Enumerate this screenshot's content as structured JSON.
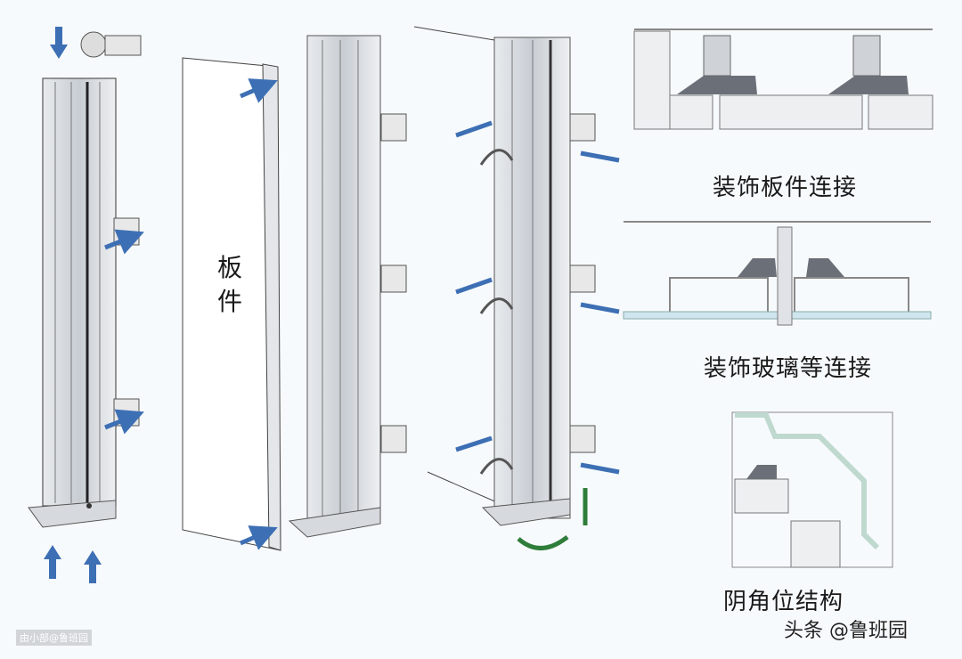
{
  "diagram": {
    "panel_label": "板件",
    "captions": {
      "panel_connection": "装饰板件连接",
      "glass_connection": "装饰玻璃等连接",
      "inner_corner": "阴角位结构"
    },
    "watermark_small": "由小部@鲁班园",
    "brand": "头条 @鲁班园",
    "colors": {
      "arrow_blue": "#3d6fb4",
      "arrow_green": "#2e7d3a",
      "profile_gray": "#d9dde2",
      "profile_dark": "#6b7078",
      "glass": "#cfe6ee",
      "corner_profile": "#bfd9cf"
    }
  }
}
